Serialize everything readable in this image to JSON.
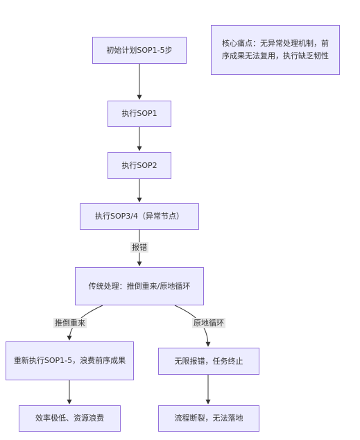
{
  "nodes": {
    "initial_plan": "初始计划SOP1-5步",
    "exec_sop1": "执行SOP1",
    "exec_sop2": "执行SOP2",
    "exec_sop34": "执行SOP3/4（异常节点）",
    "traditional": "传统处理：推倒重来/原地循环",
    "rerun": "重新执行SOP1-5，浪费前序成果",
    "infinite_error": "无限报错，任务终止",
    "low_efficiency": "效率极低、资源浪费",
    "broken_flow": "流程断裂，无法落地"
  },
  "note": "核心痛点：无异常处理机制，前序成果无法复用，执行缺乏韧性",
  "edges": {
    "error_label": "报错",
    "restart_label": "推倒重来",
    "loop_label": "原地循环"
  },
  "colors": {
    "node_fill": "#ececff",
    "node_border": "#9370db",
    "edge": "#333333",
    "label_bg": "#e8e8e8"
  }
}
